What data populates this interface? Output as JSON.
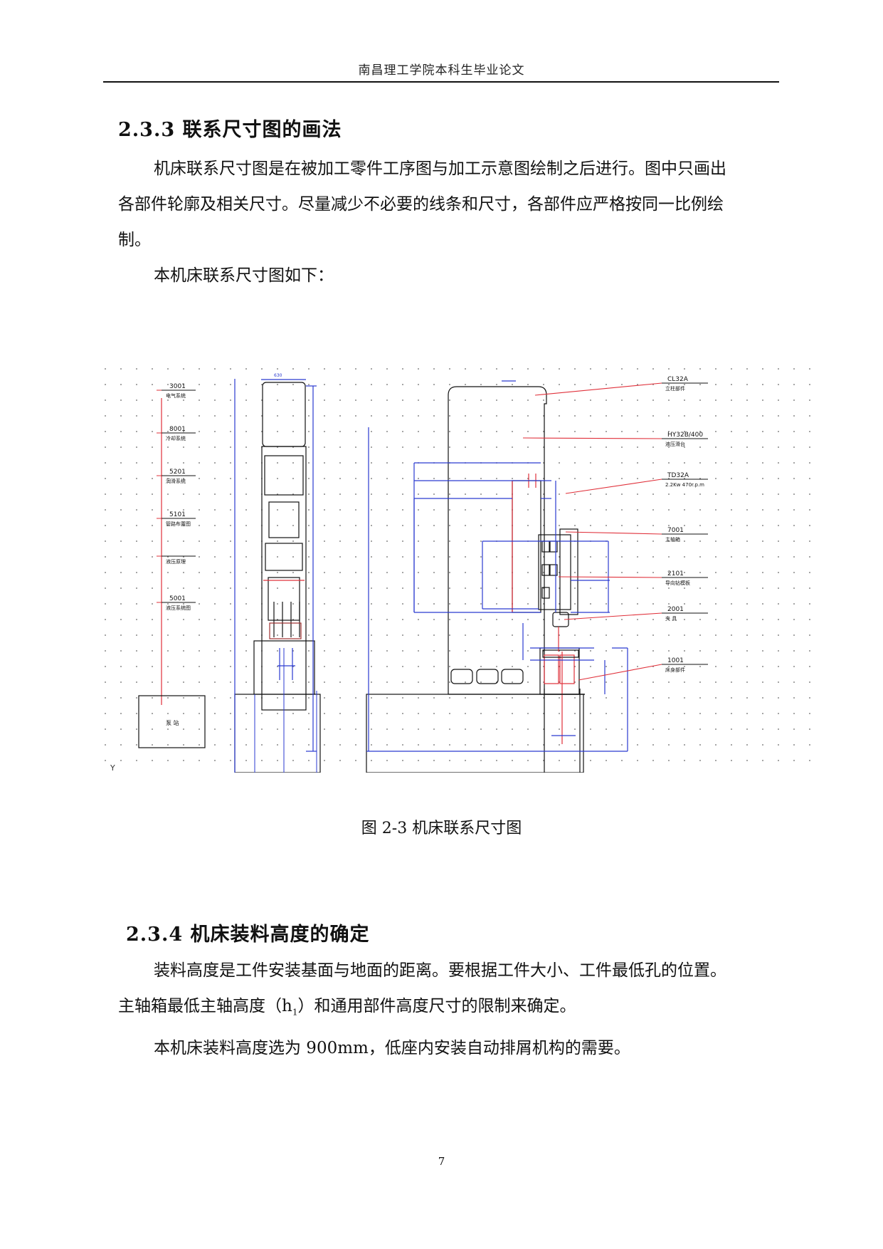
{
  "header": "南昌理工学院本科生毕业论文",
  "s233": {
    "title": "2.3.3 联系尺寸图的画法",
    "p1_line1": "机床联系尺寸图是在被加工零件工序图与加工示意图绘制之后进行。图中只画出",
    "p1_line2": "各部件轮廓及相关尺寸。尽量减少不必要的线条和尺寸，各部件应严格按同一比例绘",
    "p1_line3": "制。",
    "p2": "本机床联系尺寸图如下："
  },
  "figure": {
    "caption": "图 2-3  机床联系尺寸图",
    "left_labels": [
      {
        "code": "3001",
        "name": "电气系统"
      },
      {
        "code": "8001",
        "name": "冷却系统"
      },
      {
        "code": "5201",
        "name": "润滑系统"
      },
      {
        "code": "5101",
        "name": "管路布置图"
      },
      {
        "code": "",
        "name": "液压原理"
      },
      {
        "code": "5001",
        "name": "液压系统图"
      }
    ],
    "box_label": "泵 站",
    "right_labels": [
      {
        "code": "CL32A",
        "name": "立柱部件"
      },
      {
        "code": "HY32B/400",
        "name": "液压滑台"
      },
      {
        "code": "TD32A",
        "name": "2.2Kw  470r.p.m"
      },
      {
        "code": "7001",
        "name": "主轴箱"
      },
      {
        "code": "2101",
        "name": "导向钻模板"
      },
      {
        "code": "2001",
        "name": "夹  具"
      },
      {
        "code": "1001",
        "name": "床身部件"
      }
    ]
  },
  "s234": {
    "title": "2.3.4 机床装料高度的确定",
    "p1_line1": "装料高度是工件安装基面与地面的距离。要根据工件大小、工件最低孔的位置。",
    "p1_line2a": "主轴箱最低主轴高度（h",
    "p1_sub": "1",
    "p1_line2b": "）和通用部件高度尺寸的限制来确定。",
    "p2": "本机床装料高度选为 900mm，低座内安装自动排屑机构的需要。"
  },
  "page_number": "7"
}
